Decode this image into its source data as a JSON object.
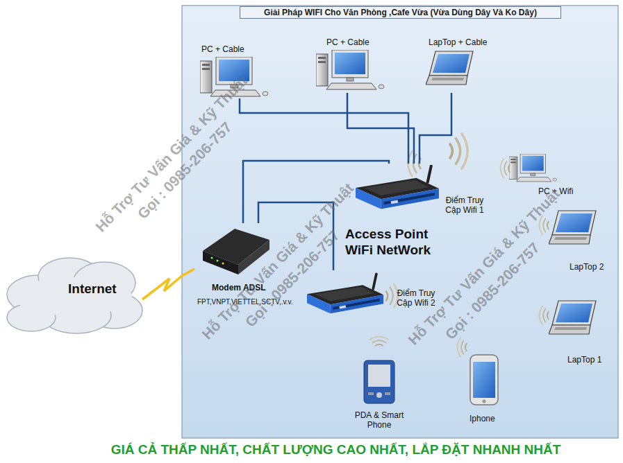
{
  "diagram": {
    "title": "Giải Pháp WIFI Cho Văn Phòng ,Cafe Vừa (Vừa Dùng Dây Và Ko Dây)",
    "caption": "GIÁ CẢ THẤP NHẤT, CHẤT LƯỢNG CAO NHẤT, LẮP ĐẶT NHANH NHẤT",
    "nodes": [
      {
        "text": [
          "PC + Cable"
        ]
      },
      {
        "text": [
          "PC +  Cable"
        ]
      },
      {
        "text": [
          "LapTop +  Cable"
        ]
      },
      {
        "text": [
          "PC + Wifi"
        ]
      },
      {
        "text": [
          "Điểm Truy Cập Wifi 1"
        ]
      },
      {
        "text": [
          "LapTop 2"
        ]
      },
      {
        "text": [
          "Modem ADSL",
          "FPT,VNPT,VIETTEL,SCTV,.v.v."
        ]
      },
      {
        "text": [
          "Internet"
        ]
      },
      {
        "text": [
          "Điểm Truy Cập Wifi 2"
        ]
      },
      {
        "text": [
          "LapTop 1"
        ]
      },
      {
        "text": [
          "PDA & Smart Phone"
        ]
      },
      {
        "text": [
          "Iphone"
        ]
      }
    ],
    "edges": [
      {
        "from": 0,
        "to": 4,
        "arrow": "none"
      },
      {
        "from": 1,
        "to": 4,
        "arrow": "none"
      },
      {
        "from": 2,
        "to": 4,
        "arrow": "none"
      },
      {
        "from": 6,
        "to": 4,
        "arrow": "none"
      },
      {
        "from": 6,
        "to": 8,
        "arrow": "none"
      },
      {
        "from": 7,
        "to": 6,
        "arrow": "none"
      }
    ],
    "labels": [
      "Access Point",
      "WiFi NetWork",
      "Hỗ Trợ Tư Vấn Giá & Kỹ Thuật",
      "Gọi : 0985-206-757",
      "Hỗ Trợ Tư Vấn Giá & Kỹ Thuật",
      "Gọi : 0985-206-757",
      "Hỗ Trợ Tư Vấn Giá & Kỹ Thuật",
      "Gọi : 0985-206-757"
    ]
  }
}
